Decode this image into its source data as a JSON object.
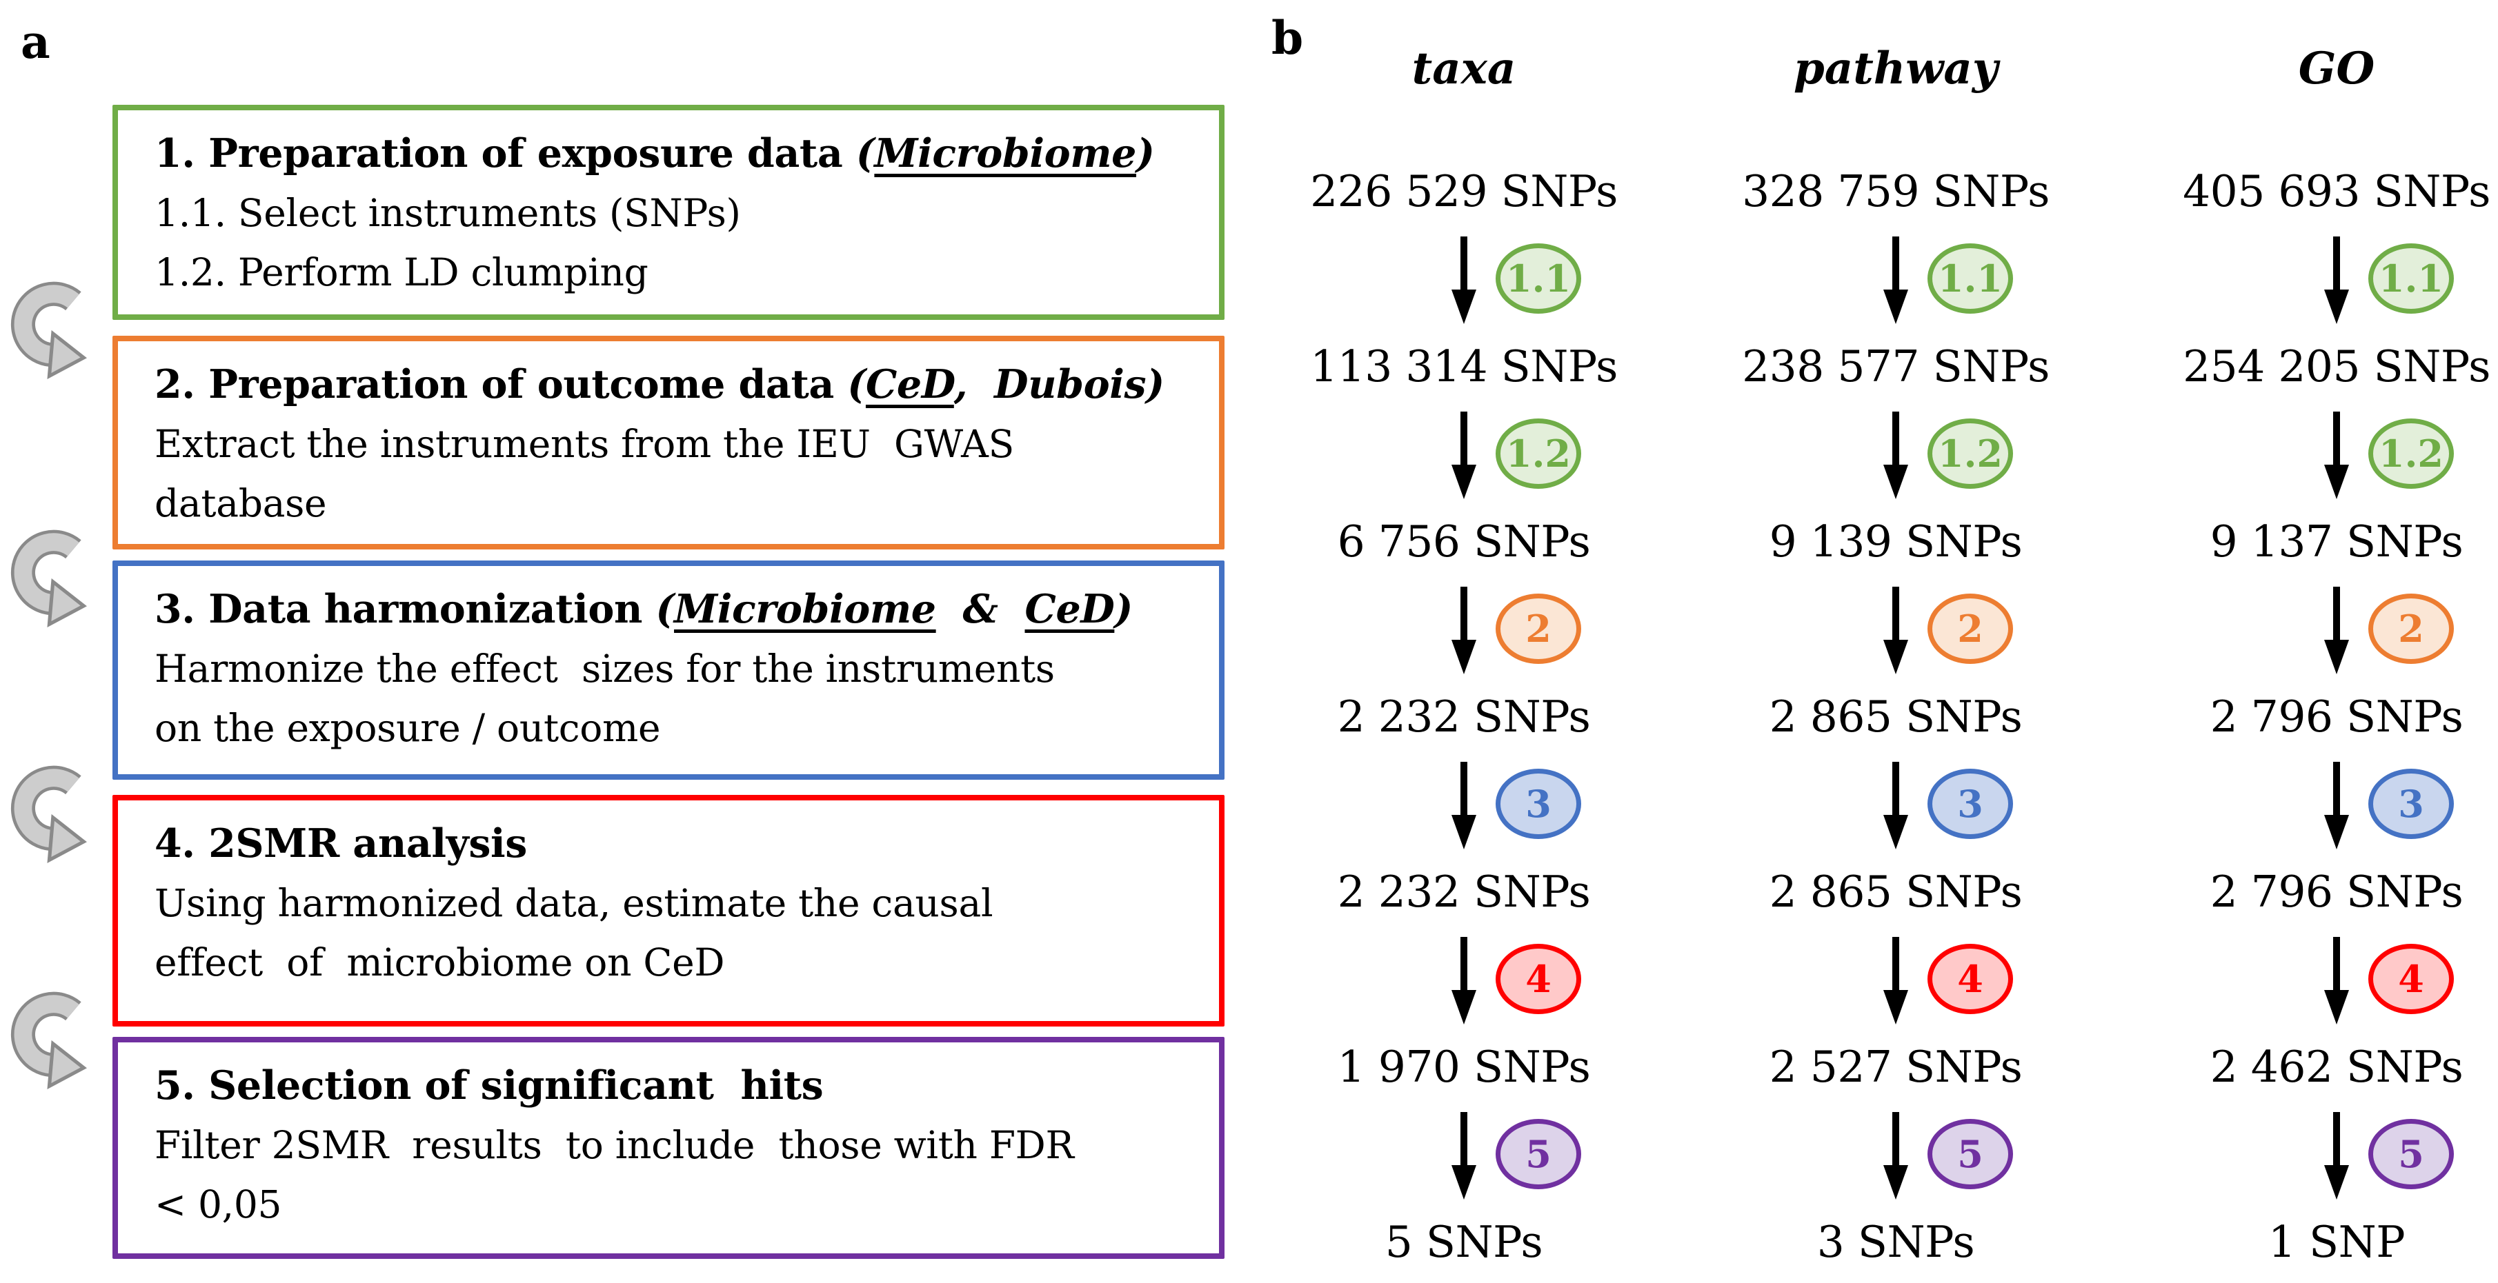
{
  "figure": {
    "panel_a_label": "a",
    "panel_b_label": "b"
  },
  "panel_a": {
    "boxes": [
      {
        "number": "1",
        "color": "#70AD47",
        "title_segments": [
          {
            "t": "1. Preparation of exposure data ",
            "s": "b"
          },
          {
            "t": "(",
            "s": "bi"
          },
          {
            "t": "Microbiome",
            "s": "biu"
          },
          {
            "t": ")",
            "s": "bi"
          }
        ],
        "body_lines": [
          "1.1. Select instruments (SNPs)",
          "1.2. Perform LD clumping"
        ]
      },
      {
        "number": "2",
        "color": "#ED7D31",
        "title_segments": [
          {
            "t": "2. Preparation of outcome data ",
            "s": "b"
          },
          {
            "t": "(",
            "s": "bi"
          },
          {
            "t": "CeD",
            "s": "biu"
          },
          {
            "t": ",  ",
            "s": "bi"
          },
          {
            "t": "Dubois",
            "s": "bi"
          },
          {
            "t": ")",
            "s": "bi"
          }
        ],
        "body_lines": [
          "Extract the instruments from the IEU  GWAS",
          "database"
        ]
      },
      {
        "number": "3",
        "color": "#4472C4",
        "title_segments": [
          {
            "t": "3. Data harmonization ",
            "s": "b"
          },
          {
            "t": "(",
            "s": "bi"
          },
          {
            "t": "Microbiome",
            "s": "biu"
          },
          {
            "t": "  &  ",
            "s": "bi"
          },
          {
            "t": "CeD",
            "s": "biu"
          },
          {
            "t": ")",
            "s": "bi"
          }
        ],
        "body_lines": [
          "Harmonize the effect  sizes for the instruments",
          "on the exposure / outcome"
        ]
      },
      {
        "number": "4",
        "color": "#FF0000",
        "title_segments": [
          {
            "t": "4. 2SMR analysis",
            "s": "b"
          }
        ],
        "body_lines": [
          "Using harmonized data, estimate the causal",
          "effect  of  microbiome on CeD"
        ]
      },
      {
        "number": "5",
        "color": "#7030A0",
        "title_segments": [
          {
            "t": "5. Selection of significant  hits",
            "s": "b"
          }
        ],
        "body_lines": [
          "Filter 2SMR  results  to include  those with FDR",
          "< 0,05"
        ]
      }
    ]
  },
  "panel_b": {
    "columns": [
      {
        "header": "taxa",
        "counts": [
          "226 529 SNPs",
          "113 314 SNPs",
          "6 756 SNPs",
          "2 232 SNPs",
          "2 232 SNPs",
          "1 970 SNPs",
          "5 SNPs"
        ]
      },
      {
        "header": "pathway",
        "counts": [
          "328 759 SNPs",
          "238 577 SNPs",
          "9 139 SNPs",
          "2 865 SNPs",
          "2 865 SNPs",
          "2 527 SNPs",
          "3 SNPs"
        ]
      },
      {
        "header": "GO",
        "counts": [
          "405 693 SNPs",
          "254 205 SNPs",
          "9 137 SNPs",
          "2 796 SNPs",
          "2 796 SNPs",
          "2 462 SNPs",
          "1 SNP"
        ]
      }
    ],
    "steps": [
      {
        "label": "1.1",
        "color": "#70AD47",
        "fill": "#E3EFDA"
      },
      {
        "label": "1.2",
        "color": "#70AD47",
        "fill": "#E3EFDA"
      },
      {
        "label": "2",
        "color": "#ED7D31",
        "fill": "#FBE6D5"
      },
      {
        "label": "3",
        "color": "#4472C4",
        "fill": "#C9D6EE"
      },
      {
        "label": "4",
        "color": "#FF0000",
        "fill": "#FFC9C9"
      },
      {
        "label": "5",
        "color": "#7030A0",
        "fill": "#DDD3EA"
      }
    ]
  }
}
